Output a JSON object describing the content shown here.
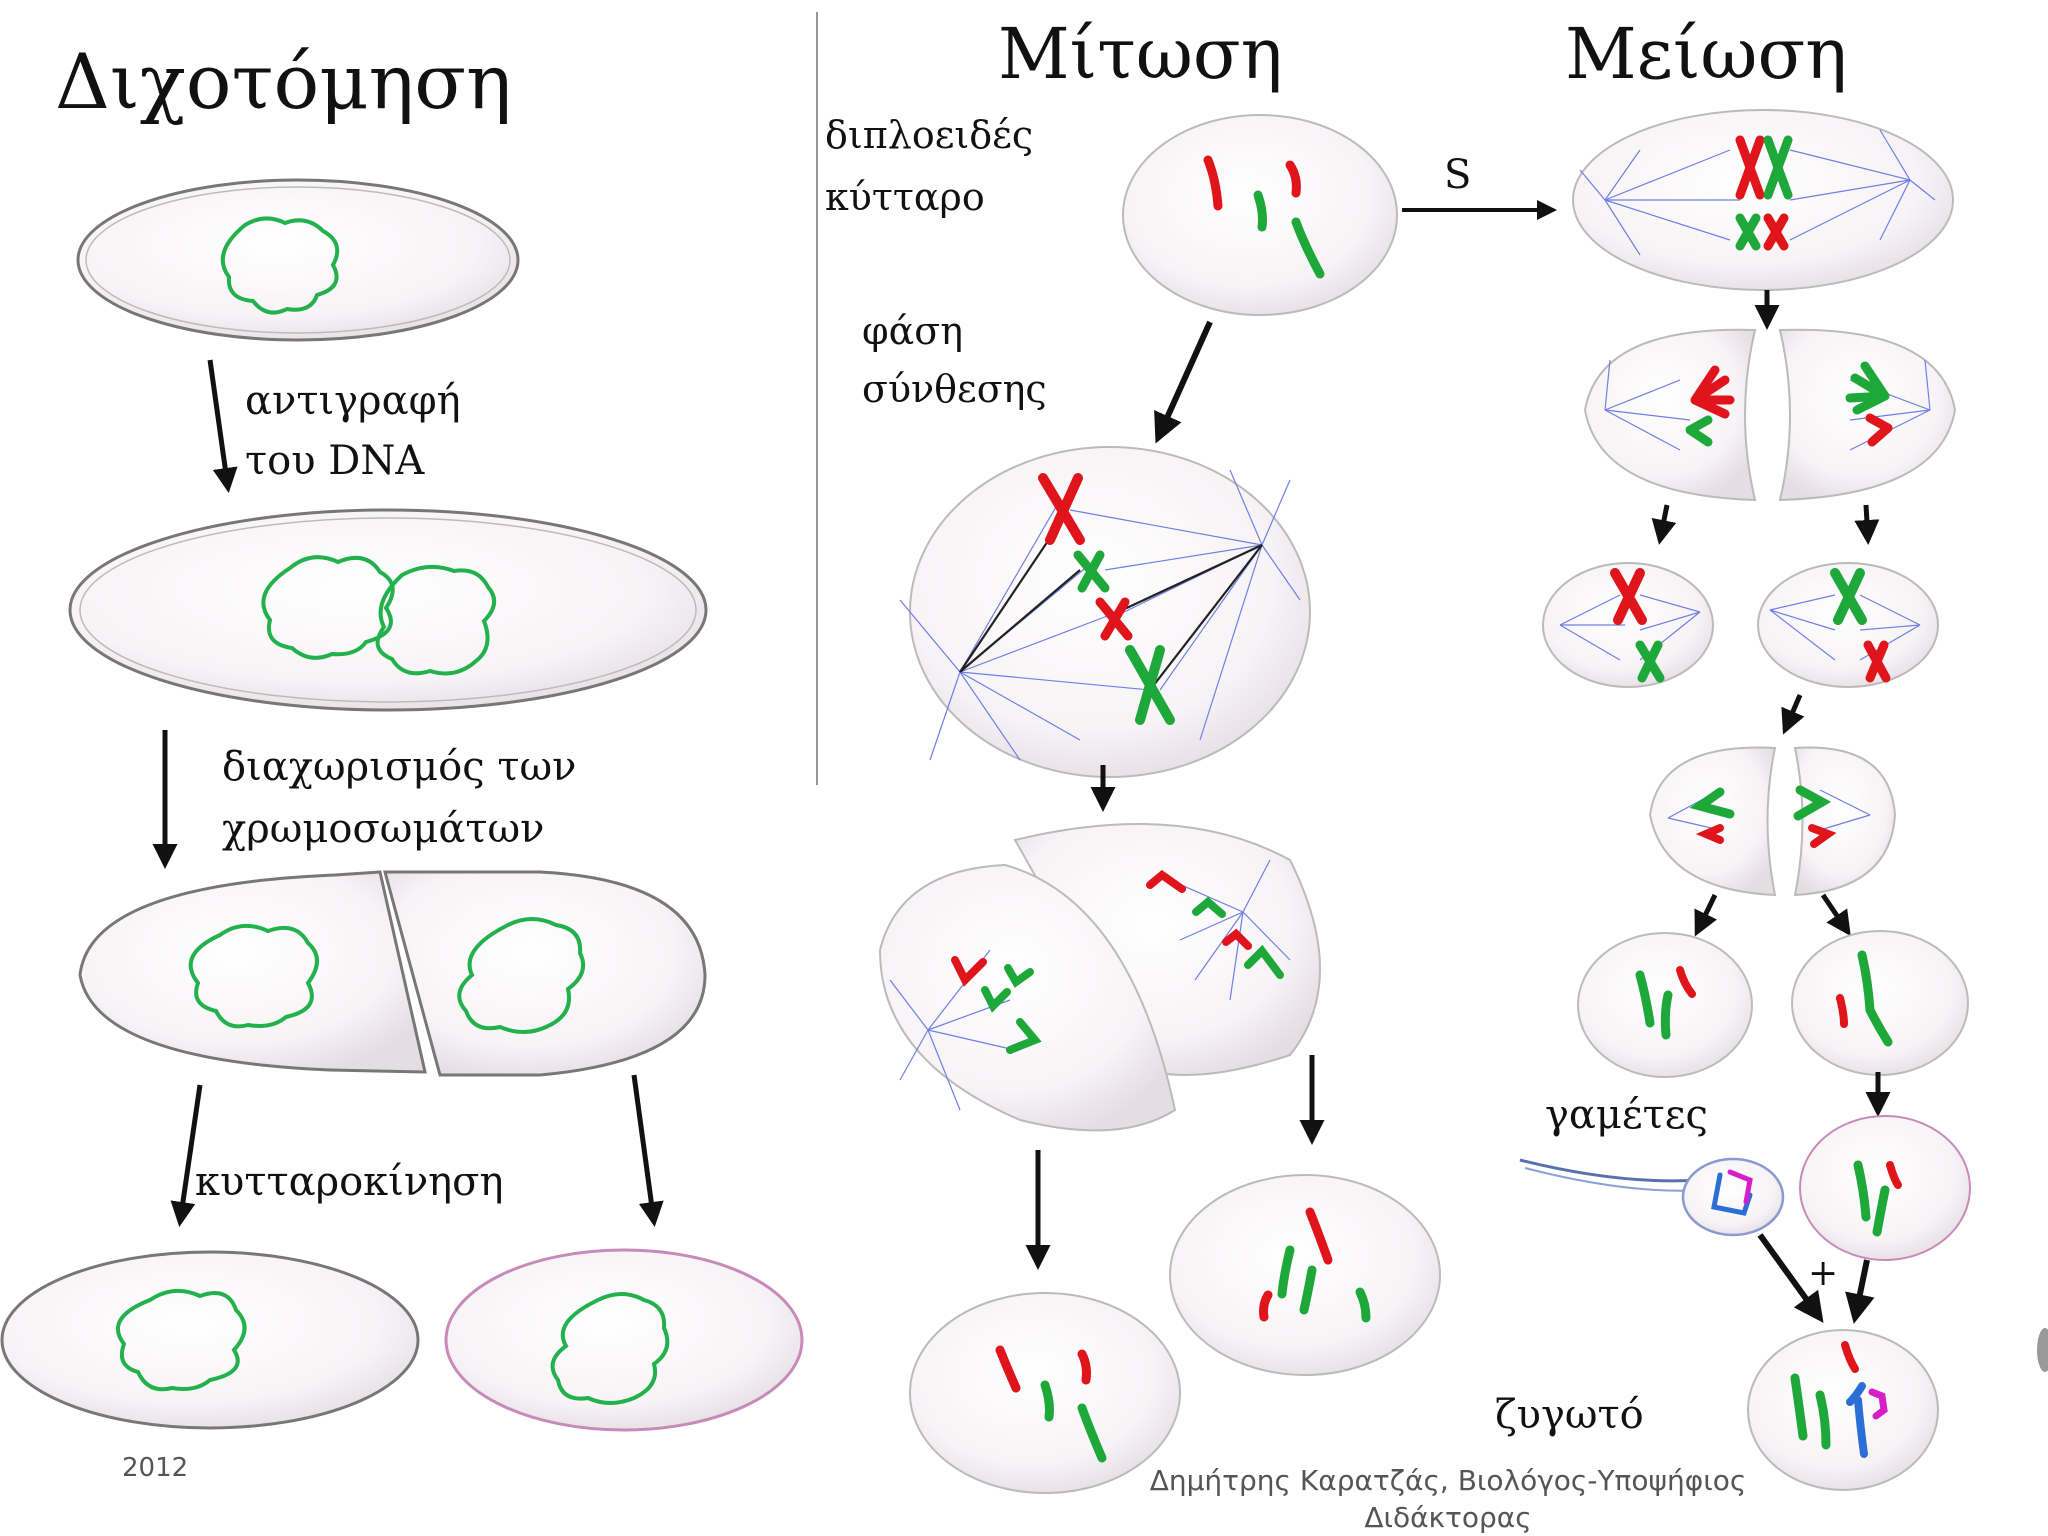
{
  "titles": {
    "binary_fission": "Διχοτόμηση",
    "mitosis": "Μίτωση",
    "meiosis": "Μείωση"
  },
  "labels": {
    "dna_replication_line1": "αντιγραφή",
    "dna_replication_line2": "του DNA",
    "chromosome_separation_line1": "διαχωρισμός των",
    "chromosome_separation_line2": "χρωμοσωμάτων",
    "cytokinesis": "κυτταροκίνηση",
    "diploid_cell_line1": "διπλοειδές",
    "diploid_cell_line2": "κύτταρο",
    "synthesis_phase_line1": "φάση",
    "synthesis_phase_line2": "σύνθεσης",
    "s_phase": "S",
    "gametes": "γαμέτες",
    "zygote": "ζυγωτό",
    "plus_sign": "+"
  },
  "footer": {
    "year": "2012",
    "author_line1": "Δημήτρης Καρατζάς, Βιολόγος-Υποψήφιος",
    "author_line2": "Διδάκτορας"
  },
  "colors": {
    "dna_green": "#22b14c",
    "chromosome_red": "#e0141b",
    "chromosome_green": "#1fa83a",
    "spindle_blue": "#6f7fe6",
    "sperm_blue": "#2b6fd6",
    "sperm_magenta": "#d61fc8",
    "cell_outline": "#7a7a7a"
  }
}
